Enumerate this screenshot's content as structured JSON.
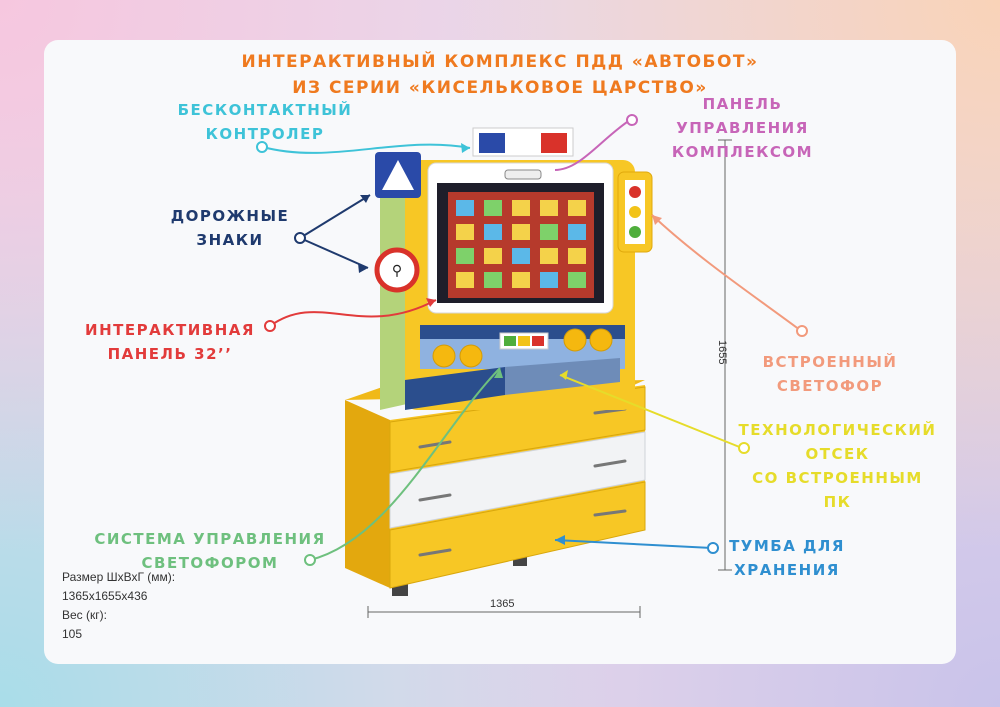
{
  "title": {
    "line1": "ИНТЕРАКТИВНЫЙ КОМПЛЕКС ПДД «АВТОБОТ»",
    "line2": "ИЗ СЕРИИ «КИСЕЛЬКОВОЕ ЦАРСТВО»"
  },
  "labels": {
    "controller": {
      "line1": "БЕСКОНТАКТНЫЙ",
      "line2": "КОНТРОЛЕР",
      "color": "#3ec3d8"
    },
    "signs": {
      "line1": "ДОРОЖНЫЕ",
      "line2": "ЗНАКИ",
      "color": "#1f3a6e"
    },
    "panel": {
      "line1": "ИНТЕРАКТИВНАЯ",
      "line2": "ПАНЕЛЬ 32’’",
      "color": "#e23b3b"
    },
    "traffic_control": {
      "line1": "СИСТЕМА УПРАВЛЕНИЯ",
      "line2": "СВЕТОФОРОМ",
      "color": "#6ec07e"
    },
    "control_panel": {
      "line1": "ПАНЕЛЬ УПРАВЛЕНИЯ",
      "line2": "КОМПЛЕКСОМ",
      "color": "#c765b8"
    },
    "builtin_light": {
      "line1": "ВСТРОЕННЫЙ",
      "line2": "СВЕТОФОР",
      "color": "#f29a7c"
    },
    "tech_bay": {
      "line1": "ТЕХНОЛОГИЧЕСКИЙ",
      "line2": "ОТСЕК",
      "line3": "СО ВСТРОЕННЫМ ПК",
      "color": "#e6dc2a"
    },
    "cabinet": {
      "line1": "ТУМБА ДЛЯ",
      "line2": "ХРАНЕНИЯ",
      "color": "#2f8fd0"
    }
  },
  "specs": {
    "size_label": "Размер ШхВхГ (мм):",
    "size_value": "1365x1655x436",
    "weight_label": "Вес (кг):",
    "weight_value": "105"
  },
  "dimensions": {
    "height": "1655",
    "width": "1365"
  }
}
